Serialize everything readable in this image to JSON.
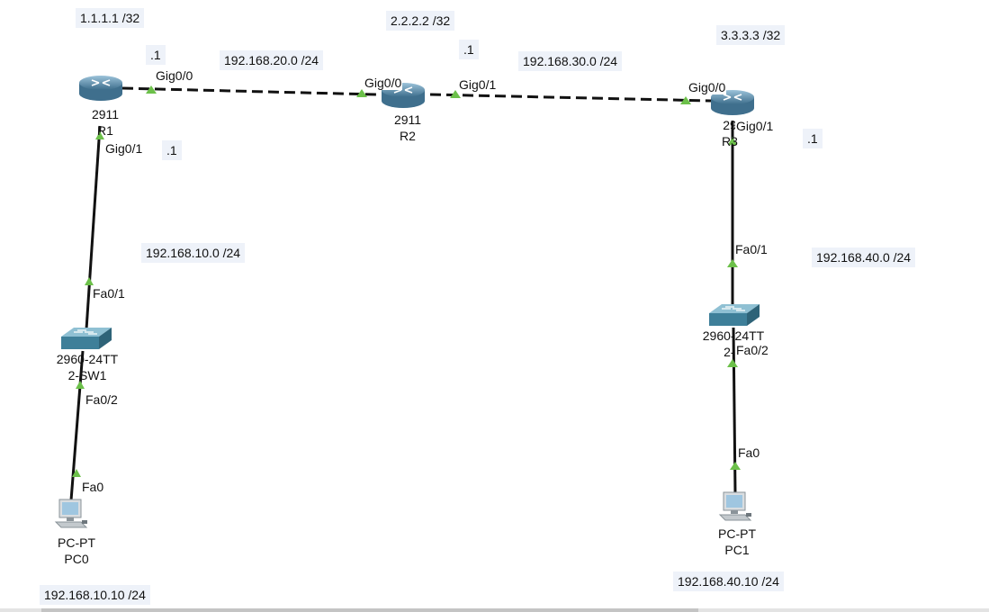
{
  "devices": {
    "r1": {
      "model": "2911",
      "name": "R1"
    },
    "r2": {
      "model": "2911",
      "name": "R2"
    },
    "r3": {
      "model": "29",
      "name": "R3"
    },
    "sw1": {
      "model": "2960-24TT",
      "name": "2-SW1"
    },
    "sw2": {
      "model": "2960-24TT",
      "name": "2-S"
    },
    "pc0": {
      "model": "PC-PT",
      "name": "PC0"
    },
    "pc1": {
      "model": "PC-PT",
      "name": "PC1"
    }
  },
  "ports": {
    "r1_gig00": "Gig0/0",
    "r1_gig01": "Gig0/1",
    "r2_gig00": "Gig0/0",
    "r2_gig01": "Gig0/1",
    "r3_gig00": "Gig0/0",
    "r3_gig01": "Gig0/1",
    "sw1_fa01": "Fa0/1",
    "sw1_fa02": "Fa0/2",
    "pc0_fa0": "Fa0",
    "sw2_fa01": "Fa0/1",
    "sw2_fa02": "Fa0/2",
    "pc1_fa0": "Fa0"
  },
  "notes": {
    "r1_loopback": "1.1.1.1 /32",
    "r2_loopback": "2.2.2.2 /32",
    "r3_loopback": "3.3.3.3 /32",
    "net_r1_r2": "192.168.20.0 /24",
    "net_r2_r3": "192.168.30.0 /24",
    "net_lan1": "192.168.10.0 /24",
    "net_lan2": "192.168.40.0 /24",
    "r1_gig00_host": ".1",
    "r1_gig01_host": ".1",
    "r2_gig01_host": ".1",
    "r3_gig01_host": ".1",
    "pc0_ip": "192.168.10.10 /24",
    "pc1_ip": "192.168.40.10 /24"
  },
  "colors": {
    "router": "#5d8fae",
    "switch": "#4f8ba3",
    "link": "#111111",
    "link_up_marker": "#6cc04a",
    "note_bg": "#eef2f9"
  }
}
